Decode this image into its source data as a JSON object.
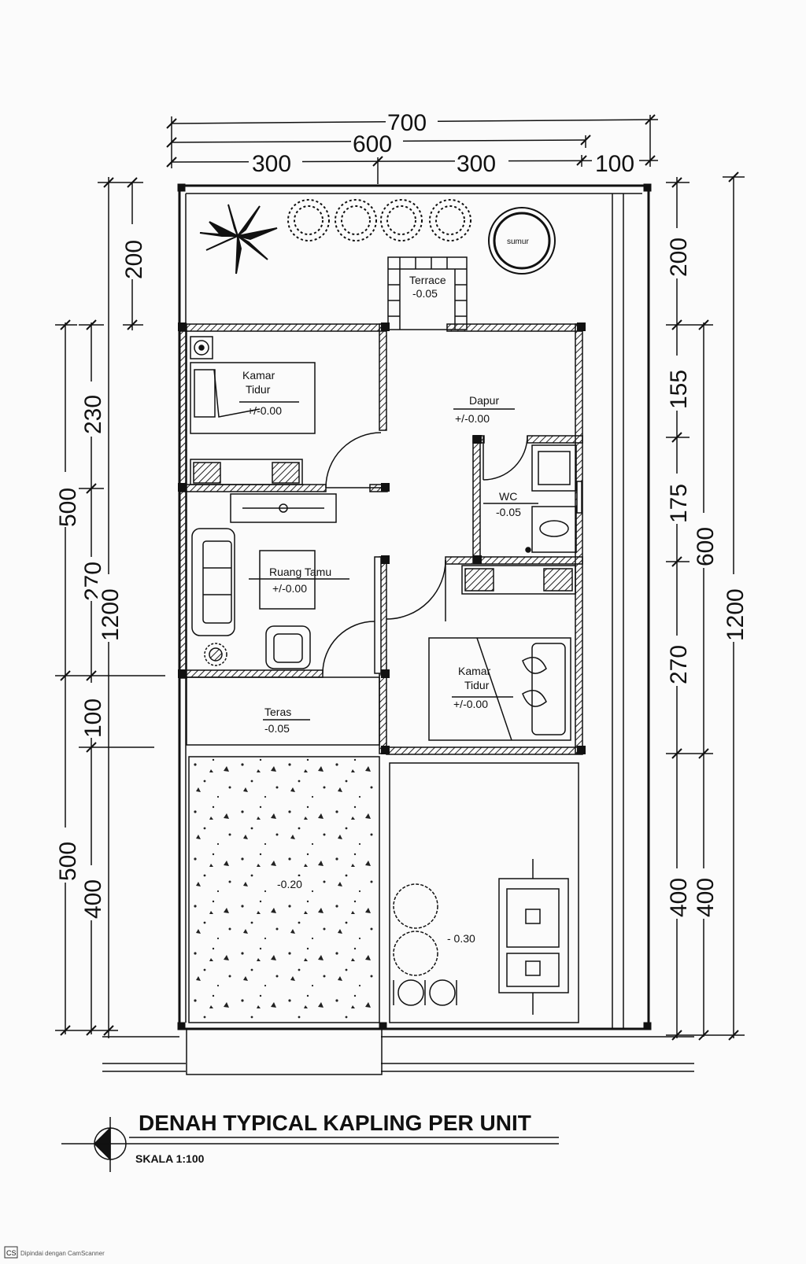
{
  "dimensions": {
    "top_total": "700",
    "top_inner": "600",
    "top_left": "300",
    "top_mid": "300",
    "top_right": "100",
    "left_a_200": "200",
    "left_b_500": "500",
    "left_b_230": "230",
    "left_b_270": "270",
    "left_b_1200": "1200",
    "left_c_100": "100",
    "left_d_500": "500",
    "left_d_400": "400",
    "right_200": "200",
    "right_155": "155",
    "right_175": "175",
    "right_600": "600",
    "right_270": "270",
    "right_1200": "1200",
    "right_400a": "400",
    "right_400b": "400"
  },
  "rooms": {
    "well": "sumur",
    "terrace_name": "Terrace",
    "terrace_level": "-0.05",
    "bedroom1_name1": "Kamar",
    "bedroom1_name2": "Tidur",
    "bedroom1_level": "+/-0.00",
    "kitchen_name": "Dapur",
    "kitchen_level": "+/-0.00",
    "wc_name": "WC",
    "wc_level": "-0.05",
    "living_name": "Ruang Tamu",
    "living_level": "+/-0.00",
    "bedroom2_name1": "Kamar",
    "bedroom2_name2": "Tidur",
    "bedroom2_level": "+/-0.00",
    "porch_name": "Teras",
    "porch_level": "-0.05",
    "garden_level": "-0.20",
    "carport_level": "- 0.30"
  },
  "title": "DENAH TYPICAL KAPLING PER UNIT",
  "scale": "SKALA 1:100",
  "footer": "Dipindai dengan CamScanner"
}
